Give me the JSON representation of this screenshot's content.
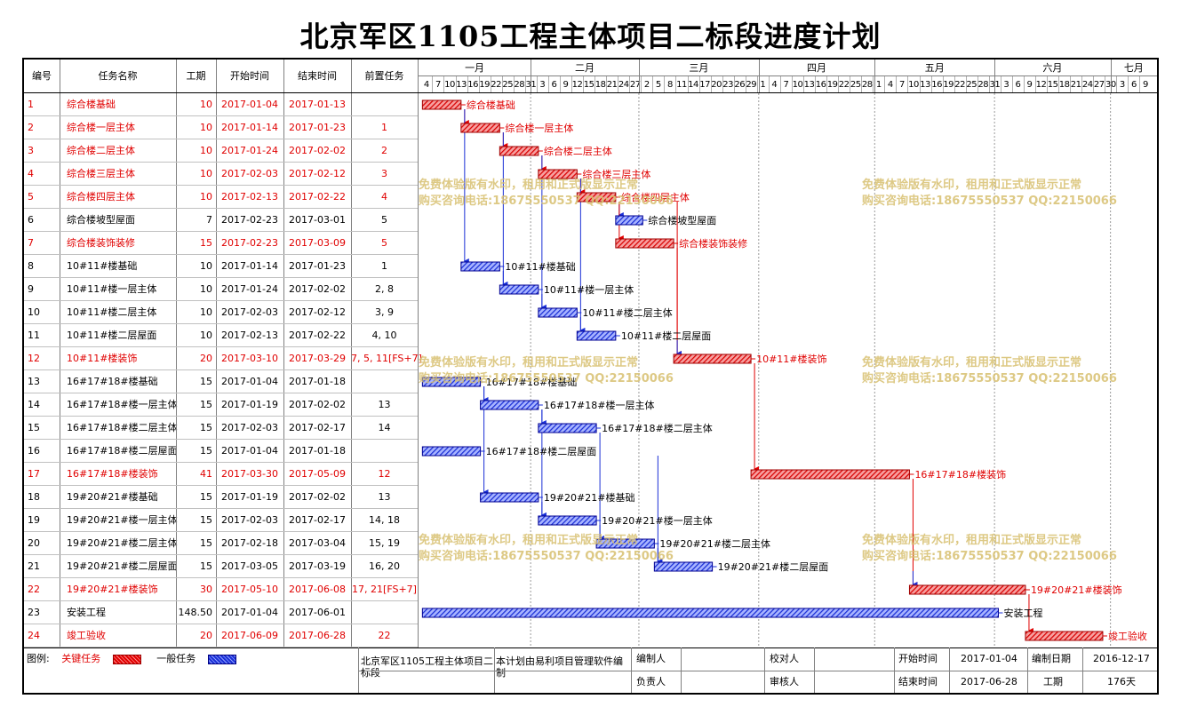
{
  "page": {
    "title": "北京军区1105工程主体项目二标段进度计划"
  },
  "columns": {
    "id": "编号",
    "name": "任务名称",
    "duration": "工期",
    "start": "开始时间",
    "end": "结束时间",
    "pred": "前置任务"
  },
  "timeline": {
    "months": [
      "一月",
      "二月",
      "三月",
      "四月",
      "五月",
      "六月",
      "七月"
    ],
    "days": [
      "4",
      "7",
      "10",
      "13",
      "16",
      "19",
      "22",
      "25",
      "28",
      "31",
      "3",
      "6",
      "9",
      "12",
      "15",
      "18",
      "21",
      "24",
      "27",
      "2",
      "5",
      "8",
      "11",
      "14",
      "17",
      "20",
      "23",
      "26",
      "29",
      "1",
      "4",
      "7",
      "10",
      "13",
      "16",
      "19",
      "22",
      "25",
      "28",
      "1",
      "4",
      "7",
      "10",
      "13",
      "16",
      "19",
      "22",
      "25",
      "28",
      "31",
      "3",
      "6",
      "9",
      "12",
      "15",
      "18",
      "21",
      "24",
      "27",
      "30",
      "3",
      "6",
      "9"
    ]
  },
  "watermark": {
    "line1": "免费体验版有水印，租用和正式版显示正常",
    "line2": "购买咨询电话:18675550537 QQ:22150066"
  },
  "colors": {
    "critical": "#e00000",
    "normal": "#1a2fd6",
    "watermark": "#d8c070"
  },
  "chart_data": {
    "type": "gantt",
    "title": "北京军区1105工程主体项目二标段进度计划",
    "x_range": [
      "2017-01-03",
      "2017-07-10"
    ],
    "tasks": [
      {
        "id": "1",
        "name": "综合楼基础",
        "duration": "10",
        "start": "2017-01-04",
        "end": "2017-01-13",
        "pred": "",
        "critical": true
      },
      {
        "id": "2",
        "name": "综合楼一层主体",
        "duration": "10",
        "start": "2017-01-14",
        "end": "2017-01-23",
        "pred": "1",
        "critical": true
      },
      {
        "id": "3",
        "name": "综合楼二层主体",
        "duration": "10",
        "start": "2017-01-24",
        "end": "2017-02-02",
        "pred": "2",
        "critical": true
      },
      {
        "id": "4",
        "name": "综合楼三层主体",
        "duration": "10",
        "start": "2017-02-03",
        "end": "2017-02-12",
        "pred": "3",
        "critical": true
      },
      {
        "id": "5",
        "name": "综合楼四层主体",
        "duration": "10",
        "start": "2017-02-13",
        "end": "2017-02-22",
        "pred": "4",
        "critical": true
      },
      {
        "id": "6",
        "name": "综合楼坡型屋面",
        "duration": "7",
        "start": "2017-02-23",
        "end": "2017-03-01",
        "pred": "5",
        "critical": false
      },
      {
        "id": "7",
        "name": "综合楼装饰装修",
        "duration": "15",
        "start": "2017-02-23",
        "end": "2017-03-09",
        "pred": "5",
        "critical": true
      },
      {
        "id": "8",
        "name": "10#11#楼基础",
        "duration": "10",
        "start": "2017-01-14",
        "end": "2017-01-23",
        "pred": "1",
        "critical": false
      },
      {
        "id": "9",
        "name": "10#11#楼一层主体",
        "duration": "10",
        "start": "2017-01-24",
        "end": "2017-02-02",
        "pred": "2, 8",
        "critical": false
      },
      {
        "id": "10",
        "name": "10#11#楼二层主体",
        "duration": "10",
        "start": "2017-02-03",
        "end": "2017-02-12",
        "pred": "3, 9",
        "critical": false
      },
      {
        "id": "11",
        "name": "10#11#楼二层屋面",
        "duration": "10",
        "start": "2017-02-13",
        "end": "2017-02-22",
        "pred": "4, 10",
        "critical": false
      },
      {
        "id": "12",
        "name": "10#11#楼装饰",
        "duration": "20",
        "start": "2017-03-10",
        "end": "2017-03-29",
        "pred": "7, 5, 11[FS+7]",
        "critical": true
      },
      {
        "id": "13",
        "name": "16#17#18#楼基础",
        "duration": "15",
        "start": "2017-01-04",
        "end": "2017-01-18",
        "pred": "",
        "critical": false
      },
      {
        "id": "14",
        "name": "16#17#18#楼一层主体",
        "duration": "15",
        "start": "2017-01-19",
        "end": "2017-02-02",
        "pred": "13",
        "critical": false
      },
      {
        "id": "15",
        "name": "16#17#18#楼二层主体",
        "duration": "15",
        "start": "2017-02-03",
        "end": "2017-02-17",
        "pred": "14",
        "critical": false
      },
      {
        "id": "16",
        "name": "16#17#18#楼二层屋面",
        "duration": "15",
        "start": "2017-01-04",
        "end": "2017-01-18",
        "pred": "",
        "critical": false
      },
      {
        "id": "17",
        "name": "16#17#18#楼装饰",
        "duration": "41",
        "start": "2017-03-30",
        "end": "2017-05-09",
        "pred": "12",
        "critical": true
      },
      {
        "id": "18",
        "name": "19#20#21#楼基础",
        "duration": "15",
        "start": "2017-01-19",
        "end": "2017-02-02",
        "pred": "13",
        "critical": false
      },
      {
        "id": "19",
        "name": "19#20#21#楼一层主体",
        "duration": "15",
        "start": "2017-02-03",
        "end": "2017-02-17",
        "pred": "14, 18",
        "critical": false
      },
      {
        "id": "20",
        "name": "19#20#21#楼二层主体",
        "duration": "15",
        "start": "2017-02-18",
        "end": "2017-03-04",
        "pred": "15, 19",
        "critical": false
      },
      {
        "id": "21",
        "name": "19#20#21#楼二层屋面",
        "duration": "15",
        "start": "2017-03-05",
        "end": "2017-03-19",
        "pred": "16, 20",
        "critical": false
      },
      {
        "id": "22",
        "name": "19#20#21#楼装饰",
        "duration": "30",
        "start": "2017-05-10",
        "end": "2017-06-08",
        "pred": "17, 21[FS+7]",
        "critical": true
      },
      {
        "id": "23",
        "name": "安装工程",
        "duration": "148.50",
        "start": "2017-01-04",
        "end": "2017-06-01",
        "pred": "",
        "critical": false
      },
      {
        "id": "24",
        "name": "竣工验收",
        "duration": "20",
        "start": "2017-06-09",
        "end": "2017-06-28",
        "pred": "22",
        "critical": true
      }
    ]
  },
  "footer": {
    "legend_label": "图例:",
    "legend_critical": "关键任务",
    "legend_normal": "一般任务",
    "project_name": "北京军区1105工程主体项目二标段",
    "software_note": "本计划由易利项目管理软件编制",
    "compiler_label": "编制人",
    "compiler_value": "",
    "owner_label": "负责人",
    "owner_value": "",
    "checker_label": "校对人",
    "checker_value": "",
    "reviewer_label": "审核人",
    "reviewer_value": "",
    "start_label": "开始时间",
    "start_value": "2017-01-04",
    "end_label": "结束时间",
    "end_value": "2017-06-28",
    "date_label": "编制日期",
    "date_value": "2016-12-17",
    "duration_label": "工期",
    "duration_value": "176天"
  }
}
